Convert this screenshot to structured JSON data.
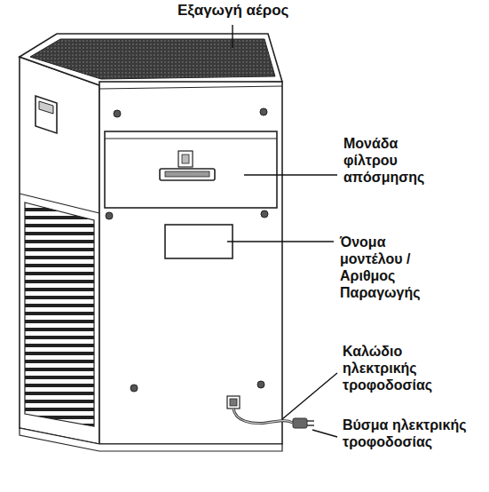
{
  "diagram": {
    "labels": [
      "Εξαγωγή αέρος",
      "Μονάδα φίλτρου απόσμησης",
      "Όνομα μοντέλου / Αριθμος Παραγωγής",
      "Καλώδιο ηλεκτρικής τροφοδοσίας",
      "Βύσμα ηλεκτρικής τροφοδοσίας"
    ]
  }
}
